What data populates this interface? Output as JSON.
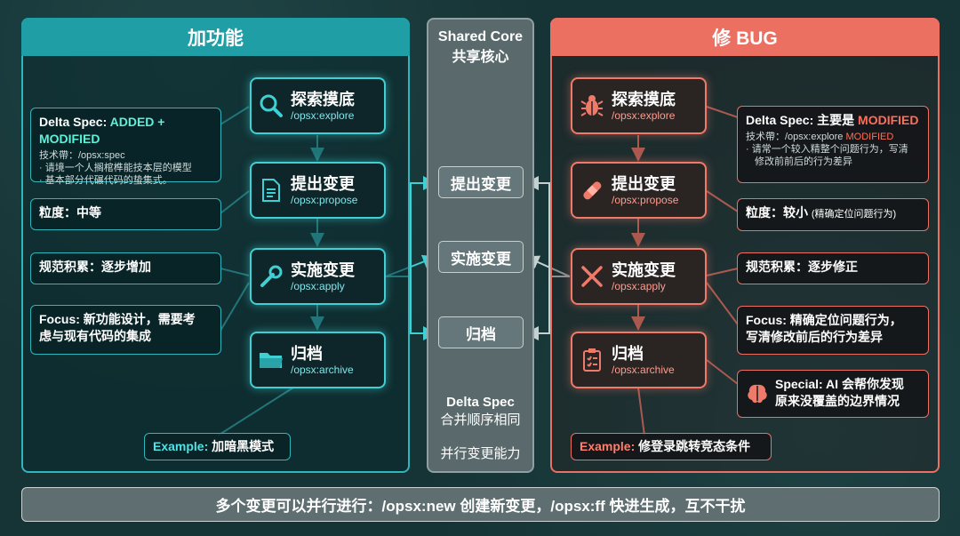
{
  "left": {
    "title": "加功能",
    "steps": [
      {
        "cn": "探索摸底",
        "cmd": "/opsx:explore"
      },
      {
        "cn": "提出变更",
        "cmd": "/opsx:propose"
      },
      {
        "cn": "实施变更",
        "cmd": "/opsx:apply"
      },
      {
        "cn": "归档",
        "cmd": "/opsx:archive"
      }
    ],
    "notes": {
      "delta_label": "Delta Spec:",
      "delta_value": "ADDED + MODIFIED",
      "delta_sub1": "技术帶：/opsx:spec",
      "delta_sub2": "· 请境一个人搁棺榫能技本层的模型",
      "delta_sub3": "· 基本部分代碾代码的蛰集式。",
      "granularity": "粒度：中等",
      "accumulation": "规范积累：逐步增加",
      "focus_label": "Focus:",
      "focus_line1": "新功能设计，需要考",
      "focus_line2": "虑与现有代码的集成",
      "example_label": "Example:",
      "example_value": "加暗黑模式"
    }
  },
  "center": {
    "title_en": "Shared Core",
    "title_cn": "共享核心",
    "boxes": [
      "提出变更",
      "实施变更",
      "归档"
    ],
    "bottom_line1": "Delta Spec",
    "bottom_line2": "合并顺序相同",
    "bottom_line3": "并行变更能力"
  },
  "right": {
    "title": "修 BUG",
    "steps": [
      {
        "cn": "探索摸底",
        "cmd": "/opsx:explore"
      },
      {
        "cn": "提出变更",
        "cmd": "/opsx:propose"
      },
      {
        "cn": "实施变更",
        "cmd": "/opsx:apply"
      },
      {
        "cn": "归档",
        "cmd": "/opsx:archive"
      }
    ],
    "notes": {
      "delta_label": "Delta Spec: 主要是",
      "delta_value": "MODIFIED",
      "delta_sub1a": "技术帶：/opsx:explore",
      "delta_sub1b": "MODIFIED",
      "delta_sub2": "· 请常一个较入精整个问题行为，写清",
      "delta_sub3": "修改前前后的行为差异",
      "granularity": "粒度：较小",
      "granularity_sub": "(精确定位问题行为)",
      "accumulation": "规范积累：逐步修正",
      "focus_label": "Focus:",
      "focus_line1": "精确定位问题行为，",
      "focus_line2": "写清修改前后的行为差异",
      "special_label": "Special: AI",
      "special_line1": "会帮你发现",
      "special_line2": "原来没覆盖的边界情况",
      "example_label": "Example:",
      "example_value": "修登录跳转竞态条件"
    }
  },
  "footer": "多个变更可以并行进行：/opsx:new 创建新变更，/opsx:ff 快进生成，互不干扰",
  "colors": {
    "teal": "#2fb6bd",
    "coral": "#ec7062",
    "gray": "#5a6a6c"
  },
  "icons": {
    "left": [
      "search-icon",
      "document-icon",
      "wrench-icon",
      "folder-icon"
    ],
    "right": [
      "bug-icon",
      "bandage-icon",
      "tools-icon",
      "checklist-icon",
      "brain-icon"
    ]
  }
}
